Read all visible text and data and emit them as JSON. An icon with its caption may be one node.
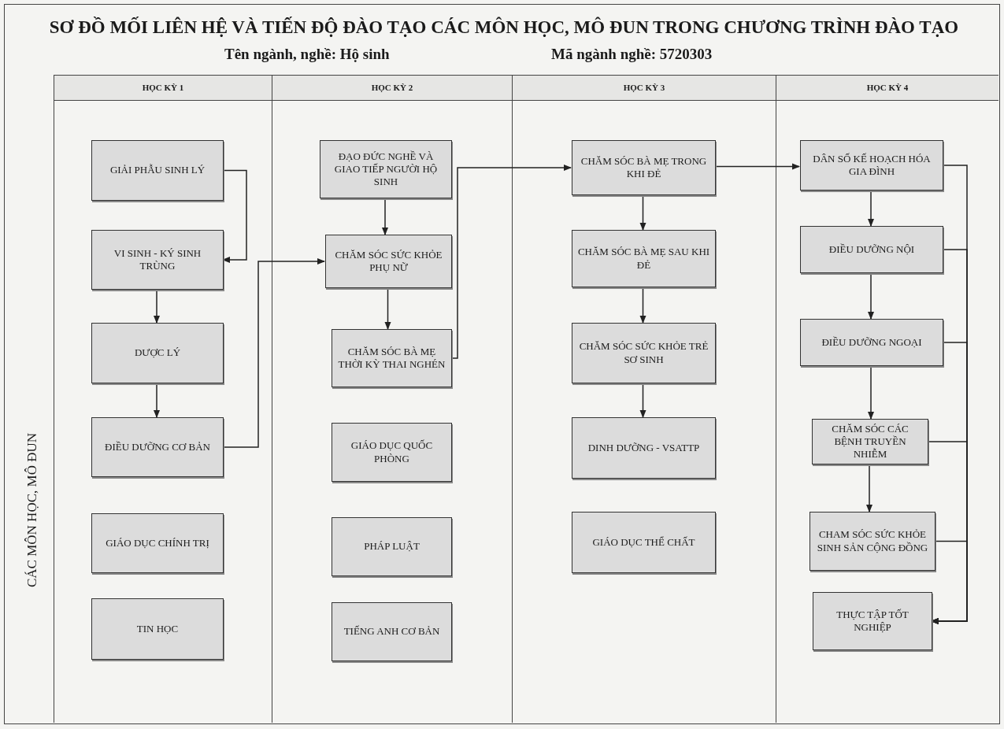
{
  "diagram": {
    "title": "SƠ ĐỒ MỐI LIÊN HỆ VÀ TIẾN ĐỘ ĐÀO TẠO CÁC MÔN HỌC, MÔ ĐUN TRONG CHƯƠNG TRÌNH ĐÀO TẠO",
    "nodes": [
      {
        "text": [
          "HỌC KỲ 1"
        ]
      },
      {
        "text": [
          "GIẢI PHẪU SINH LÝ"
        ],
        "in": 0
      },
      {
        "text": [
          "VI SINH - KÝ SINH TRÙNG"
        ],
        "in": 0
      },
      {
        "text": [
          "DƯỢC LÝ"
        ],
        "in": 0
      },
      {
        "text": [
          "ĐIỀU DƯỠNG CƠ BẢN"
        ],
        "in": 0
      },
      {
        "text": [
          "GIÁO DỤC CHÍNH TRỊ"
        ],
        "in": 0
      },
      {
        "text": [
          "TIN HỌC"
        ],
        "in": 0
      },
      {
        "text": [
          "HỌC KỲ 2"
        ]
      },
      {
        "text": [
          "ĐẠO ĐỨC NGHỀ VÀ GIAO TIẾP NGƯỜI HỘ SINH"
        ],
        "in": 7
      },
      {
        "text": [
          "CHĂM SÓC SỨC KHỎE PHỤ NỮ"
        ],
        "in": 7
      },
      {
        "text": [
          "CHĂM SÓC BÀ MẸ THỜI KỲ THAI NGHÉN"
        ],
        "in": 7
      },
      {
        "text": [
          "GIÁO DỤC QUỐC PHÒNG"
        ],
        "in": 7
      },
      {
        "text": [
          "PHÁP LUẬT"
        ],
        "in": 7
      },
      {
        "text": [
          "TIẾNG ANH CƠ BẢN"
        ],
        "in": 7
      },
      {
        "text": [
          "HỌC KỲ 3"
        ]
      },
      {
        "text": [
          "CHĂM SÓC BÀ MẸ TRONG KHI ĐẺ"
        ],
        "in": 14
      },
      {
        "text": [
          "CHĂM SÓC BÀ MẸ SAU KHI ĐẺ"
        ],
        "in": 14
      },
      {
        "text": [
          "CHĂM SÓC SỨC KHỎE TRẺ SƠ SINH"
        ],
        "in": 14
      },
      {
        "text": [
          "DINH DƯỠNG - VSATTP"
        ],
        "in": 14
      },
      {
        "text": [
          "GIÁO DỤC THỂ CHẤT"
        ],
        "in": 14
      },
      {
        "text": [
          "HỌC KỲ 4"
        ]
      },
      {
        "text": [
          "DÂN SỐ KẾ HOẠCH HÓA GIA ĐÌNH"
        ],
        "in": 20
      },
      {
        "text": [
          "ĐIỀU DƯỠNG NỘI"
        ],
        "in": 20
      },
      {
        "text": [
          "ĐIỀU DƯỠNG NGOẠI"
        ],
        "in": 20
      },
      {
        "text": [
          "CHĂM SÓC CÁC BỆNH TRUYỀN NHIỄM"
        ],
        "in": 20
      },
      {
        "text": [
          "CHAM SÓC SỨC KHỎE SINH SẢN CỘNG ĐỒNG"
        ],
        "in": 20
      },
      {
        "text": [
          "THỰC TẬP TỐT NGHIỆP"
        ],
        "in": 20
      }
    ],
    "edges": [
      {
        "from": 1,
        "to": 2,
        "arrow": "to"
      },
      {
        "from": 2,
        "to": 3,
        "arrow": "to"
      },
      {
        "from": 3,
        "to": 4,
        "arrow": "to"
      },
      {
        "from": 4,
        "to": 9,
        "arrow": "to"
      },
      {
        "from": 8,
        "to": 9,
        "arrow": "to"
      },
      {
        "from": 9,
        "to": 10,
        "arrow": "to"
      },
      {
        "from": 10,
        "to": 15,
        "arrow": "to"
      },
      {
        "from": 15,
        "to": 16,
        "arrow": "to"
      },
      {
        "from": 16,
        "to": 17,
        "arrow": "to"
      },
      {
        "from": 17,
        "to": 18,
        "arrow": "to"
      },
      {
        "from": 15,
        "to": 21,
        "arrow": "to"
      },
      {
        "from": 21,
        "to": 22,
        "arrow": "to"
      },
      {
        "from": 22,
        "to": 23,
        "arrow": "to"
      },
      {
        "from": 23,
        "to": 24,
        "arrow": "to"
      },
      {
        "from": 24,
        "to": 25,
        "arrow": "to"
      },
      {
        "from": 21,
        "to": 26,
        "arrow": "to"
      },
      {
        "from": 22,
        "to": 26,
        "arrow": "to"
      },
      {
        "from": 23,
        "to": 26,
        "arrow": "to"
      },
      {
        "from": 24,
        "to": 26,
        "arrow": "to"
      },
      {
        "from": 25,
        "to": 26,
        "arrow": "to"
      }
    ],
    "labels": [
      "Tên ngành, nghề: Hộ sinh",
      "Mã ngành nghề: 5720303",
      "CÁC MÔN HỌC, MÔ ĐUN"
    ]
  }
}
